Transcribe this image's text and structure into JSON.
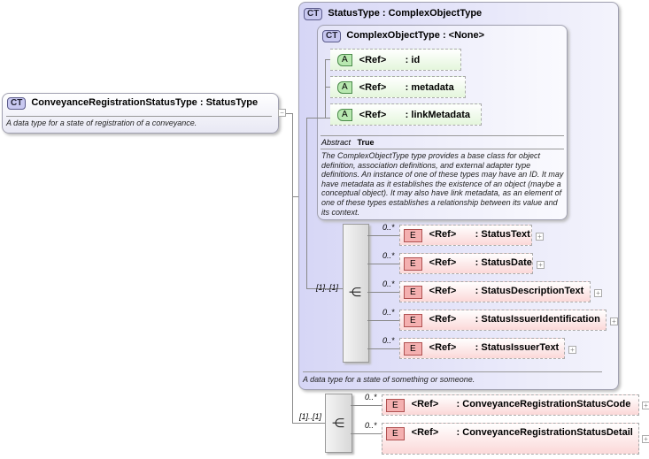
{
  "root": {
    "badge": "CT",
    "name": "ConveyanceRegistrationStatusType",
    "base": "StatusType",
    "description": "A data type for a state of registration of a conveyance."
  },
  "status_type": {
    "badge": "CT",
    "name": "StatusType",
    "base": "ComplexObjectType",
    "description": "A data type for a state of something or someone.",
    "complex_object": {
      "badge": "CT",
      "name": "ComplexObjectType",
      "base": "<None>",
      "attributes": [
        {
          "badge": "A",
          "ref": "<Ref>",
          "name": ": id"
        },
        {
          "badge": "A",
          "ref": "<Ref>",
          "name": ": metadata"
        },
        {
          "badge": "A",
          "ref": "<Ref>",
          "name": ": linkMetadata"
        }
      ],
      "abstract_label": "Abstract",
      "abstract_value": "True",
      "description": "The ComplexObjectType type provides a base class for object definition, association definitions, and external adapter type definitions. An instance of one of these types may have an ID. It may have metadata as it establishes the existence of an object (maybe a conceptual object). It may also have link metadata, as an element of one of these types establishes a relationship between its value and its context."
    },
    "sequence_multiplicity": "[1]..[1]",
    "elements": [
      {
        "badge": "E",
        "ref": "<Ref>",
        "name": ": StatusText",
        "mult": "0..*"
      },
      {
        "badge": "E",
        "ref": "<Ref>",
        "name": ": StatusDate",
        "mult": "0..*"
      },
      {
        "badge": "E",
        "ref": "<Ref>",
        "name": ": StatusDescriptionText",
        "mult": "0..*"
      },
      {
        "badge": "E",
        "ref": "<Ref>",
        "name": ": StatusIssuerIdentification",
        "mult": "0..*"
      },
      {
        "badge": "E",
        "ref": "<Ref>",
        "name": ": StatusIssuerText",
        "mult": "0..*"
      }
    ]
  },
  "sequence_multiplicity": "[1]..[1]",
  "elements": [
    {
      "badge": "E",
      "ref": "<Ref>",
      "name": ": ConveyanceRegistrationStatusCode",
      "mult": "0..*"
    },
    {
      "badge": "E",
      "ref": "<Ref>",
      "name": ": ConveyanceRegistrationStatusDetail",
      "mult": "0..*"
    }
  ]
}
